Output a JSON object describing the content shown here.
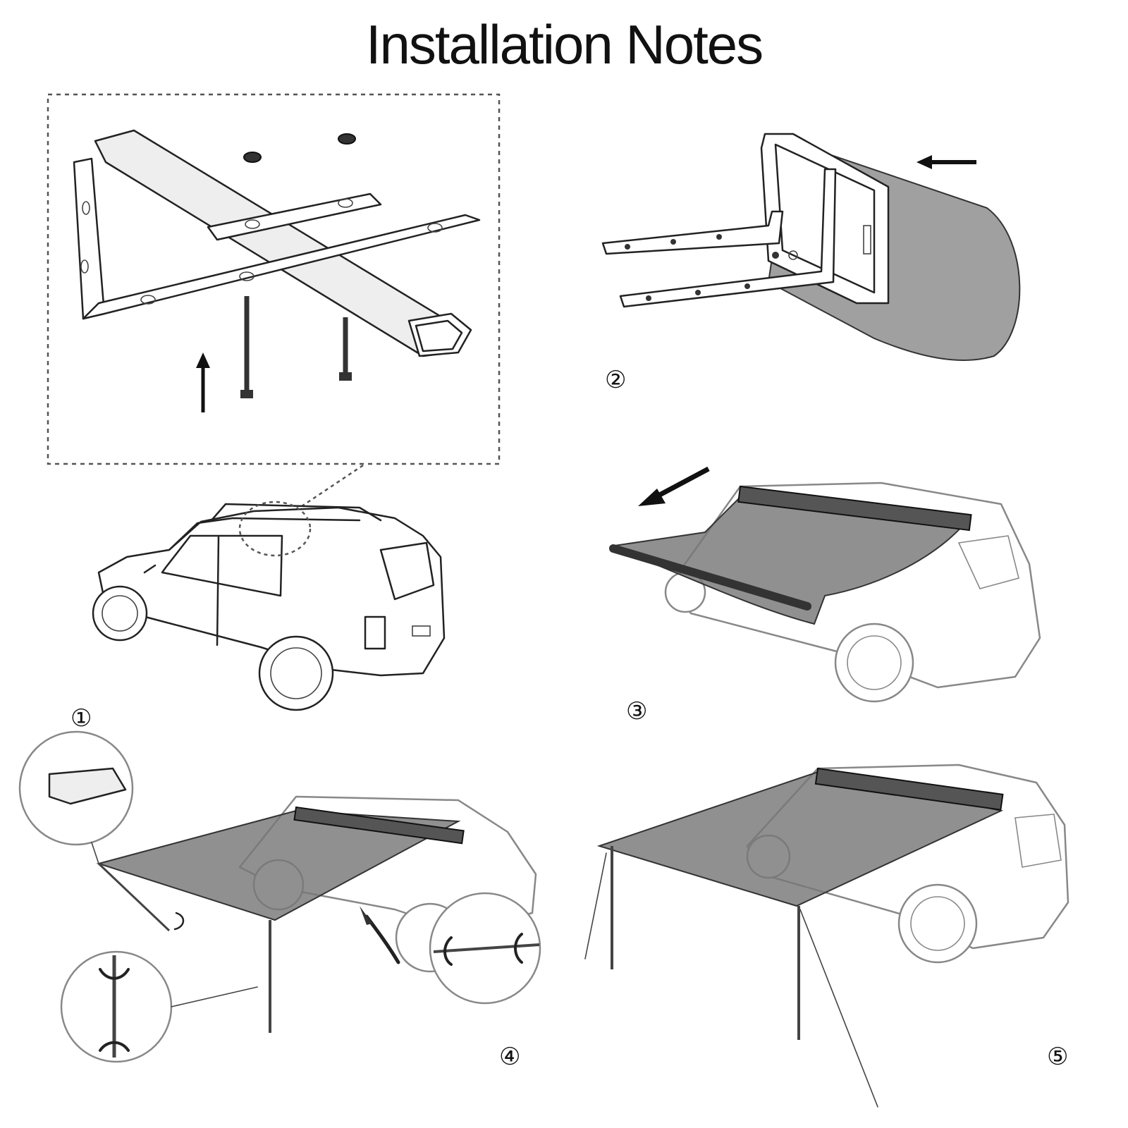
{
  "title": "Installation Notes",
  "steps": [
    {
      "number": "①"
    },
    {
      "number": "②"
    },
    {
      "number": "③"
    },
    {
      "number": "④"
    },
    {
      "number": "⑤"
    }
  ]
}
